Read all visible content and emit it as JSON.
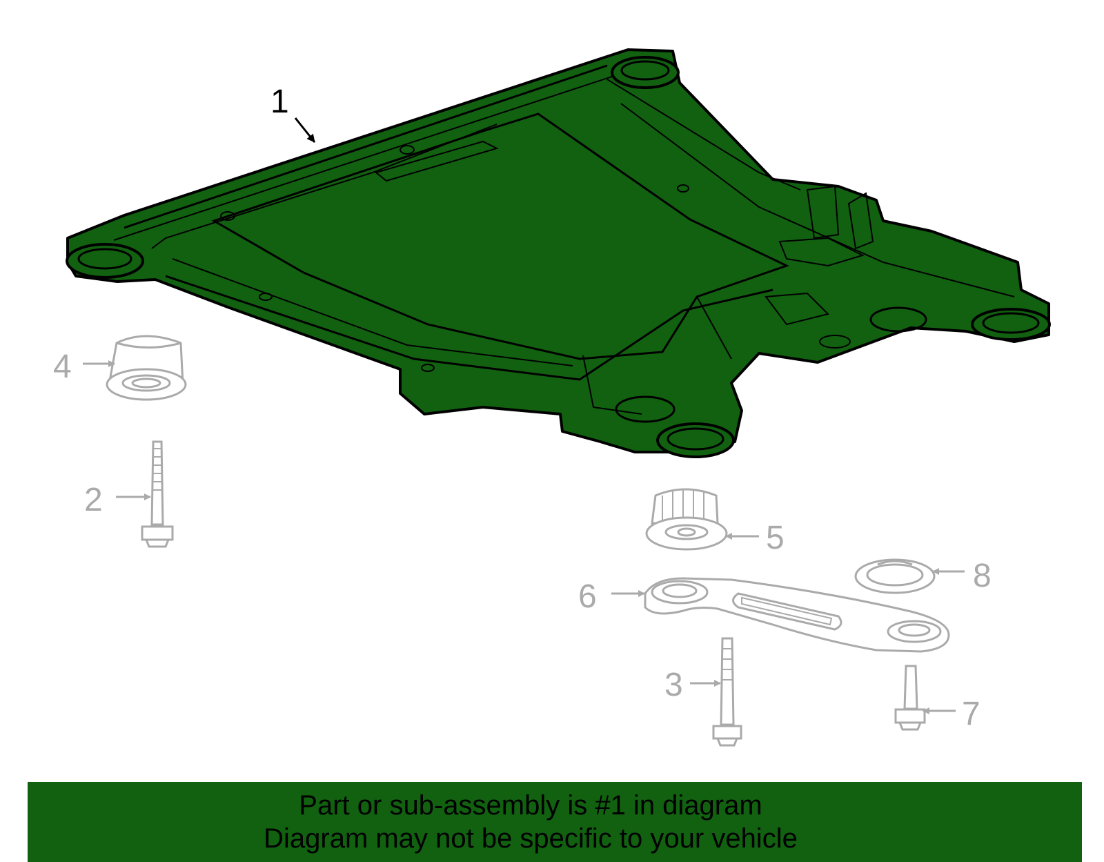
{
  "colors": {
    "highlight": "#116110",
    "outline": "#000000",
    "part": "#aaaaaa",
    "page": "#ffffff"
  },
  "callouts": [
    {
      "number": "1",
      "part": "subframe",
      "highlighted": true
    },
    {
      "number": "2",
      "part": "bolt"
    },
    {
      "number": "3",
      "part": "bolt"
    },
    {
      "number": "4",
      "part": "bushing"
    },
    {
      "number": "5",
      "part": "bushing"
    },
    {
      "number": "6",
      "part": "reinforcement-plate"
    },
    {
      "number": "7",
      "part": "bolt"
    },
    {
      "number": "8",
      "part": "bushing"
    }
  ],
  "banner": {
    "line1": "Part or sub-assembly is #1 in diagram",
    "line2": "Diagram may not be specific to your vehicle"
  }
}
